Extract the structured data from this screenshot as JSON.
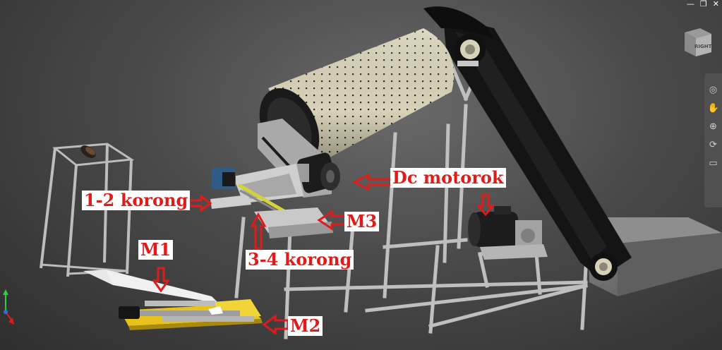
{
  "window": {
    "minimize_icon": "minimize-icon",
    "restore_icon": "restore-icon",
    "close_icon": "close-icon",
    "minimize_glyph": "—",
    "restore_glyph": "❐",
    "close_glyph": "✕"
  },
  "viewcube": {
    "face_label": "RIGHT"
  },
  "navigation_bar": {
    "tools": [
      "steering-wheel-icon",
      "pan-icon",
      "zoom-icon",
      "orbit-icon",
      "look-at-icon"
    ],
    "glyphs": [
      "◎",
      "✋",
      "⊕",
      "⟳",
      "▭"
    ]
  },
  "annotations": {
    "dc_motors": "Dc motorok",
    "discs_1_2": "1-2 korong",
    "m3": "M3",
    "discs_3_4": "3-4 korong",
    "m1": "M1",
    "m2": "M2"
  },
  "colors": {
    "annotation_text": "#e01b1b",
    "annotation_bg": "#ffffff",
    "drum": "#d8d3b8",
    "belt": "#141414",
    "frame": "#bdbdbd",
    "plate": "#e8c21c"
  }
}
